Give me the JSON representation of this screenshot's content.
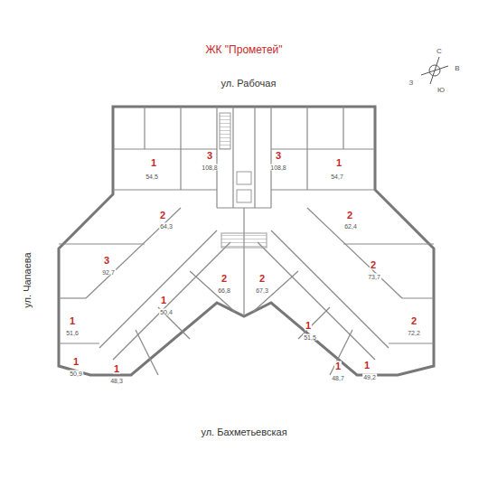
{
  "diagram": {
    "title": "ЖК \"Прометей\"",
    "labels": [
      "ул. Рабочая",
      "ул. Чапаева",
      "ул. Бахметьевская",
      "С",
      "В",
      "Ю",
      "З",
      "1",
      "54,5",
      "3",
      "108,8",
      "3",
      "108,8",
      "1",
      "54,7",
      "2",
      "64,3",
      "2",
      "62,4",
      "3",
      "92,7",
      "2",
      "73,7",
      "2",
      "66,8",
      "2",
      "67,3",
      "1",
      "50,4",
      "1",
      "51,6",
      "1",
      "51,5",
      "2",
      "72,2",
      "1",
      "50,9",
      "1",
      "48,3",
      "1",
      "48,7",
      "1",
      "49,2"
    ]
  }
}
